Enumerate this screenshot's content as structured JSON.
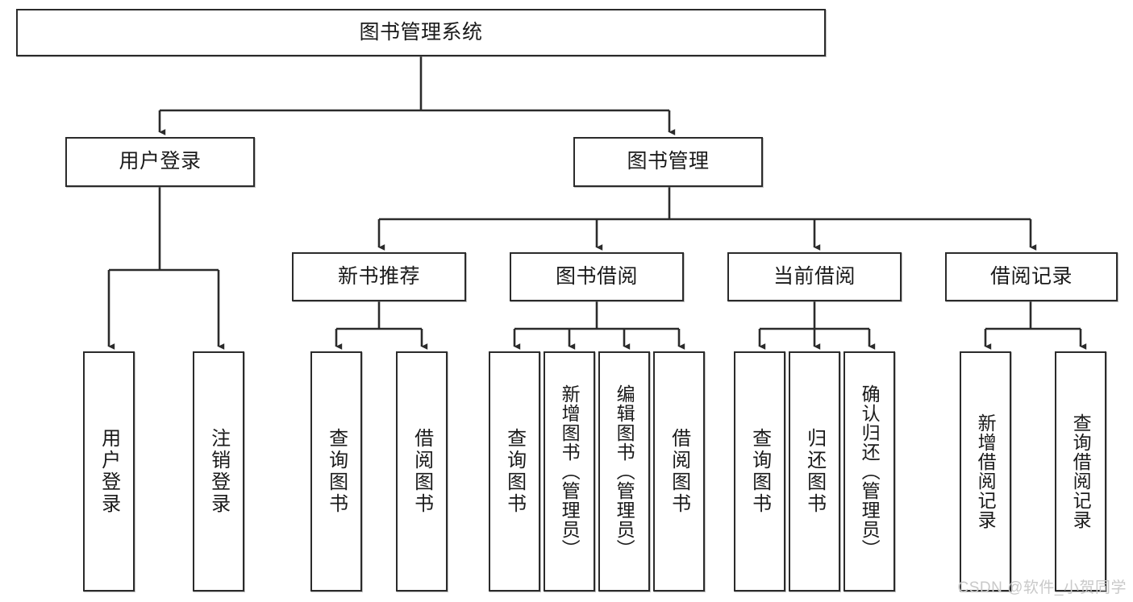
{
  "diagram": {
    "type": "tree-hierarchy-diagram",
    "title_node": {
      "id": "root",
      "label": "图书管理系统"
    },
    "level2": [
      {
        "id": "user-login",
        "label": "用户登录"
      },
      {
        "id": "book-manage",
        "label": "图书管理"
      }
    ],
    "level3": [
      {
        "id": "new-book-recommend",
        "label": "新书推荐",
        "parent": "book-manage"
      },
      {
        "id": "book-borrow",
        "label": "图书借阅",
        "parent": "book-manage"
      },
      {
        "id": "current-borrow",
        "label": "当前借阅",
        "parent": "book-manage"
      },
      {
        "id": "borrow-record",
        "label": "借阅记录",
        "parent": "book-manage"
      }
    ],
    "leaves": [
      {
        "id": "leaf-user-login",
        "label": "用户登录",
        "parent": "user-login"
      },
      {
        "id": "leaf-logout-login",
        "label": "注销登录",
        "parent": "user-login"
      },
      {
        "id": "leaf-query-book-1",
        "label": "查询图书",
        "parent": "new-book-recommend"
      },
      {
        "id": "leaf-borrow-book-1",
        "label": "借阅图书",
        "parent": "new-book-recommend"
      },
      {
        "id": "leaf-query-book-2",
        "label": "查询图书",
        "parent": "book-borrow"
      },
      {
        "id": "leaf-add-book",
        "label": "新增图书（管理员）",
        "parent": "book-borrow"
      },
      {
        "id": "leaf-edit-book",
        "label": "编辑图书（管理员）",
        "parent": "book-borrow"
      },
      {
        "id": "leaf-borrow-book-2",
        "label": "借阅图书",
        "parent": "book-borrow"
      },
      {
        "id": "leaf-query-book-3",
        "label": "查询图书",
        "parent": "current-borrow"
      },
      {
        "id": "leaf-return-book",
        "label": "归还图书",
        "parent": "current-borrow"
      },
      {
        "id": "leaf-confirm-return",
        "label": "确认归还（管理员）",
        "parent": "current-borrow"
      },
      {
        "id": "leaf-add-record",
        "label": "新增借阅记录",
        "parent": "borrow-record"
      },
      {
        "id": "leaf-query-record",
        "label": "查询借阅记录",
        "parent": "borrow-record"
      }
    ],
    "watermark": "CSDN @软件_小贺同学",
    "colors": {
      "stroke": "#2b2b2b",
      "fill": "#ffffff",
      "text": "#1a1a1a",
      "watermark": "#c9c9c9"
    }
  }
}
